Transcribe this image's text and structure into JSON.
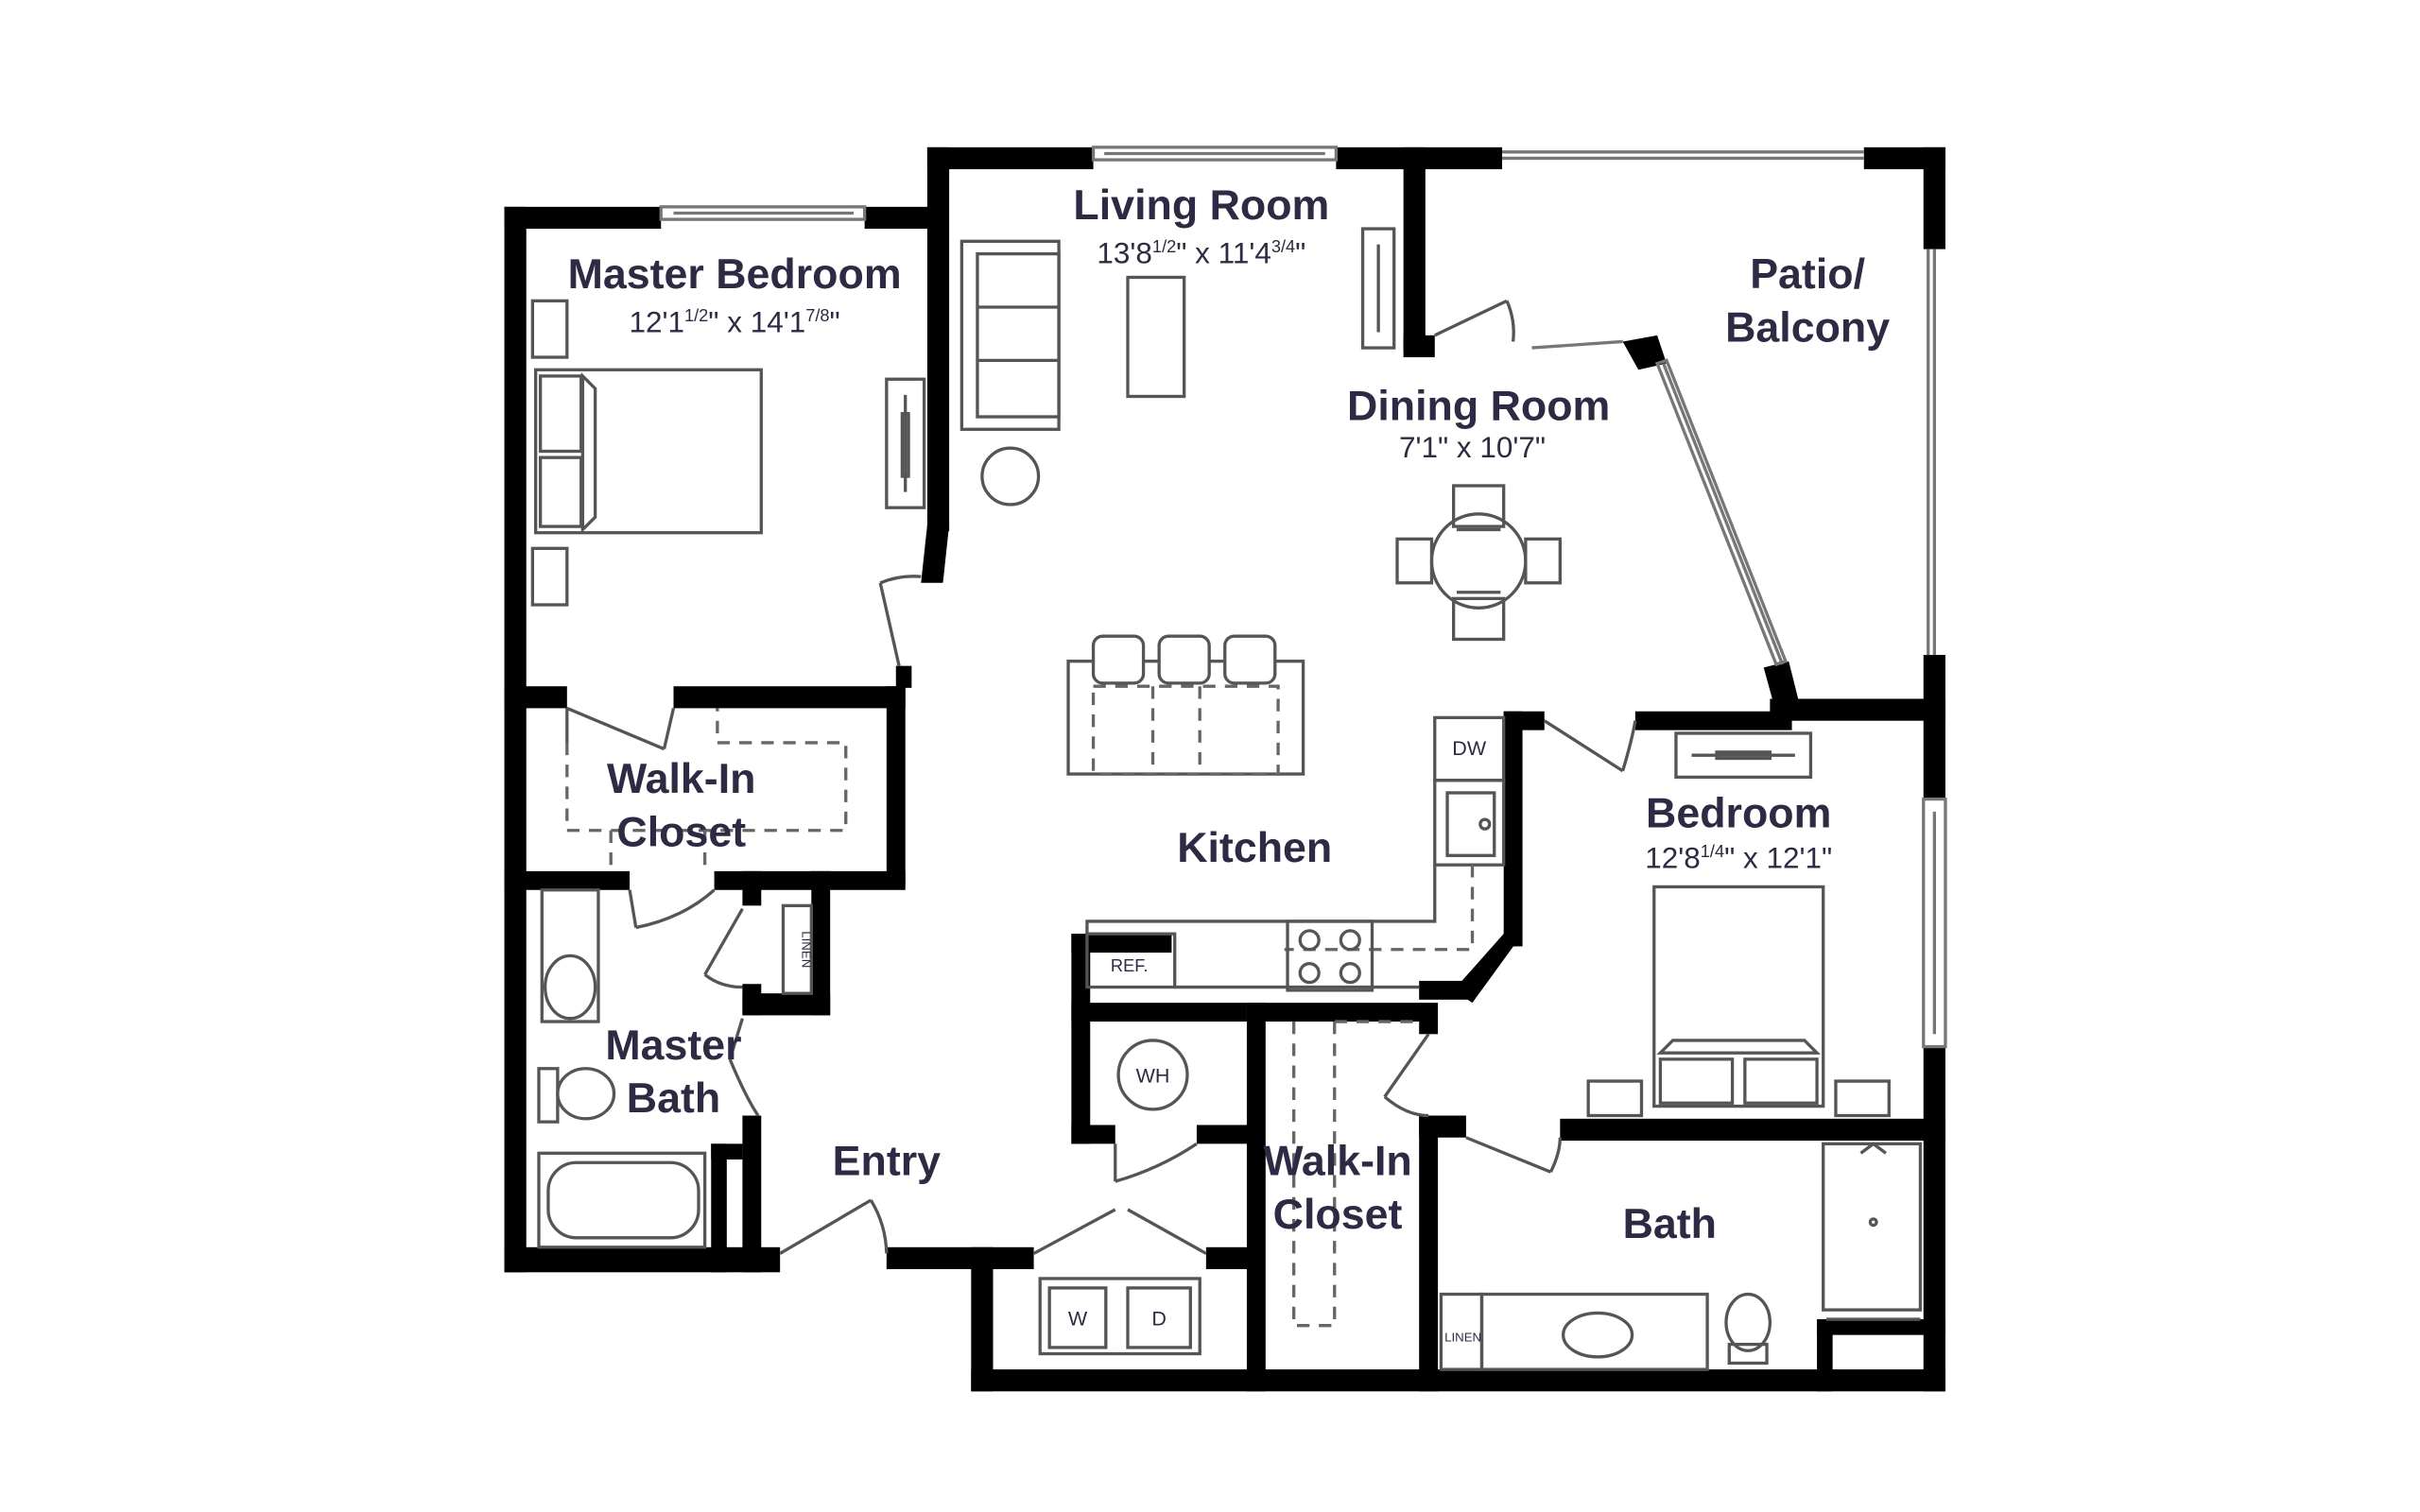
{
  "rooms": {
    "master_bedroom": {
      "name": "Master Bedroom",
      "dims_main": "12'1",
      "dims_frac1": "1/2",
      "dims_mid": "\" x 14'1",
      "dims_frac2": "7/8",
      "dims_end": "\""
    },
    "living_room": {
      "name": "Living Room",
      "dims_main": "13'8",
      "dims_frac1": "1/2",
      "dims_mid": "\" x 11'4",
      "dims_frac2": "3/4",
      "dims_end": "\""
    },
    "patio": {
      "line1": "Patio/",
      "line2": "Balcony"
    },
    "dining_room": {
      "name": "Dining Room",
      "dims": "7'1\" x 10'7\""
    },
    "walk_in_closet_1": {
      "line1": "Walk-In",
      "line2": "Closet"
    },
    "kitchen": {
      "name": "Kitchen"
    },
    "bedroom": {
      "name": "Bedroom",
      "dims_main": "12'8",
      "dims_frac1": "1/4",
      "dims_end": "\" x 12'1\""
    },
    "master_bath": {
      "line1": "Master",
      "line2": "Bath"
    },
    "entry": {
      "name": "Entry"
    },
    "walk_in_closet_2": {
      "line1": "Walk-In",
      "line2": "Closet"
    },
    "bath": {
      "name": "Bath"
    }
  },
  "fixtures": {
    "dw": "DW",
    "ref": "REF.",
    "wh": "WH",
    "linen_master": "LINEN",
    "linen_bath": "LINEN",
    "washer": "W",
    "dryer": "D"
  },
  "colors": {
    "text": "#2e2a44",
    "wall": "#000000"
  }
}
